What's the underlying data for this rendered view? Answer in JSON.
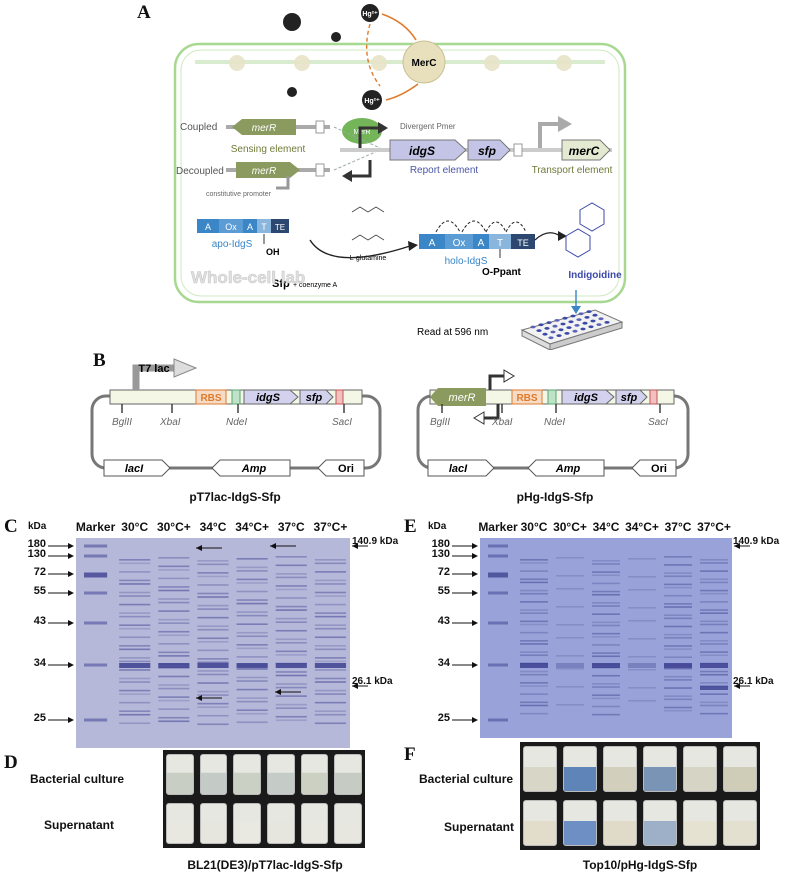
{
  "panelA": {
    "letter": "A",
    "ion": "Hg²⁺",
    "merC_transporter": "MerC",
    "merR_protein": "MerR",
    "divergent_promoter": "Divergent Pmer",
    "coupled_label": "Coupled",
    "decoupled_label": "Decoupled",
    "sensing_element": "Sensing element",
    "constitutive_promoter": "constitutive promoter",
    "gene_merR": "merR",
    "gene_idgS": "idgS",
    "gene_sfp": "sfp",
    "gene_merC": "merC",
    "report_element": "Report element",
    "transport_element": "Transport element",
    "domains": [
      "A",
      "Ox",
      "A",
      "T",
      "TE"
    ],
    "apo_label": "apo-IdgS",
    "oh_label": "OH",
    "sfp_reaction": "Sfp",
    "coenzyme": "+ coenzyme A",
    "lglutamine": "L-glutamine",
    "holo_label": "holo-IdgS",
    "ppant": "O-Ppant",
    "indigoidine": "Indigoidine",
    "whole_cell": "Whole-cell lab",
    "read_label": "Read  at  596 nm"
  },
  "panelB": {
    "letter": "B",
    "left_promoter": "T7 lac",
    "rbs": "RBS",
    "idgS": "idgS",
    "sfp": "sfp",
    "merR": "merR",
    "sites": [
      "BglII",
      "XbaI",
      "NdeI",
      "SacI"
    ],
    "lacI": "lacI",
    "amp": "Amp",
    "ori": "Ori",
    "left_name": "pT7lac-IdgS-Sfp",
    "right_name": "pHg-IdgS-Sfp"
  },
  "panelC": {
    "letter": "C",
    "unit": "kDa",
    "lanes": [
      "Marker",
      "30°C",
      "30°C+",
      "34°C",
      "34°C+",
      "37°C",
      "37°C+"
    ],
    "markers": [
      "180",
      "130",
      "72",
      "55",
      "43",
      "34",
      "25"
    ],
    "band_high": "140.9 kDa",
    "band_low": "26.1 kDa"
  },
  "panelE": {
    "letter": "E",
    "unit": "kDa",
    "lanes": [
      "Marker",
      "30°C",
      "30°C+",
      "34°C",
      "34°C+",
      "37°C",
      "37°C+"
    ],
    "markers": [
      "180",
      "130",
      "72",
      "55",
      "43",
      "34",
      "25"
    ],
    "band_high": "140.9 kDa",
    "band_low": "26.1 kDa"
  },
  "panelD": {
    "letter": "D",
    "row1": "Bacterial culture",
    "row2": "Supernatant",
    "caption": "BL21(DE3)/pT7lac-IdgS-Sfp"
  },
  "panelF": {
    "letter": "F",
    "row1": "Bacterial culture",
    "row2": "Supernatant",
    "caption": "Top10/pHg-IdgS-Sfp"
  },
  "colors": {
    "gel_bg": "#a8aed6",
    "band": "#4b4f99",
    "cell_border": "#9fd48a",
    "gene_green": "#8b9a5e",
    "domain_blue": "#3a86c6",
    "indigo": "#3b4aa8"
  }
}
